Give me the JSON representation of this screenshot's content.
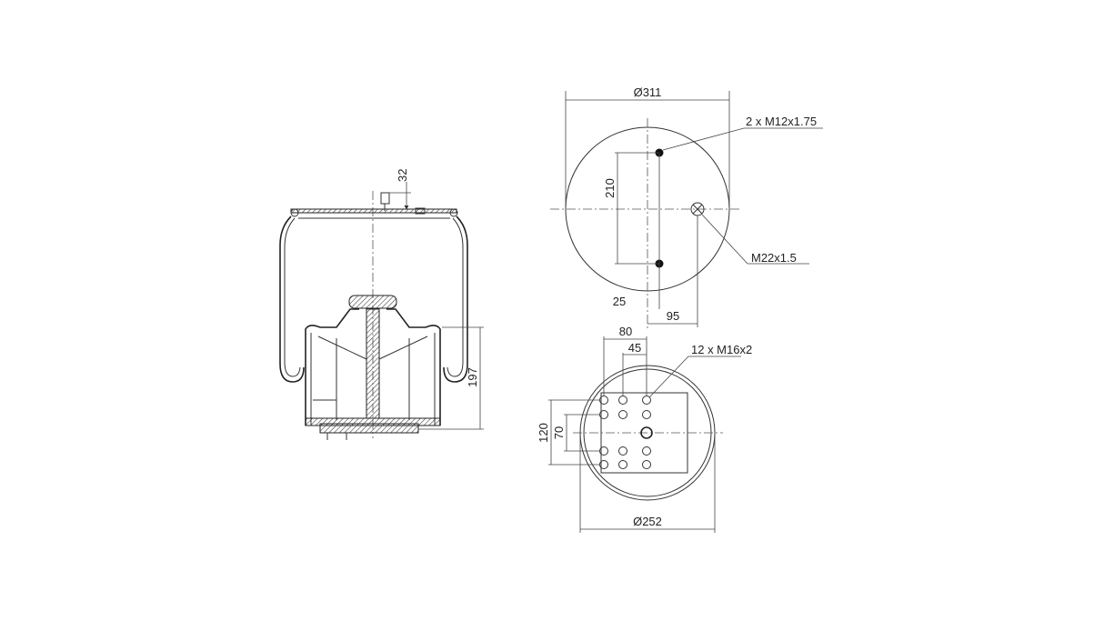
{
  "side_view": {
    "dim_top": "32",
    "dim_height": "197"
  },
  "top_view": {
    "diameter": "Ø311",
    "thread_small": "2 x M12x1.75",
    "thread_large": "M22x1.5",
    "dim_hole_spacing": "210",
    "dim_offset_small": "25",
    "dim_offset_large": "95"
  },
  "bottom_view": {
    "diameter": "Ø252",
    "thread_pattern": "12 x M16x2",
    "dim_h80": "80",
    "dim_h45": "45",
    "dim_v120": "120",
    "dim_v70": "70"
  }
}
